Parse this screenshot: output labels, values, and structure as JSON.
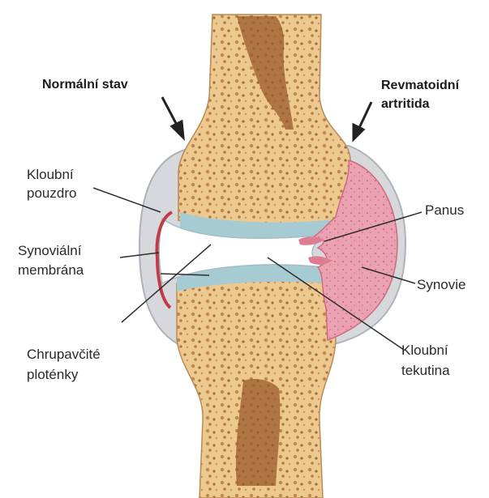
{
  "labels": {
    "normal": "Normální stav",
    "ra_line1": "Revmatoidní",
    "ra_line2": "artritida",
    "capsule_line1": "Kloubní",
    "capsule_line2": "pouzdro",
    "synovial_line1": "Synoviální",
    "synovial_line2": "membrána",
    "cartilage_line1": "Chrupavčité",
    "cartilage_line2": "ploténky",
    "pannus": "Panus",
    "synovium": "Synovie",
    "fluid_line1": "Kloubní",
    "fluid_line2": "tekutina"
  },
  "colors": {
    "bone": "#ecc98e",
    "marrow": "#9a5a2c",
    "cartilage": "#a7cbd2",
    "capsule": "#d6d8dc",
    "synovium_inflamed": "#e59aaa",
    "synovial_membrane": "#c23b4a",
    "fluid": "#ffffff"
  }
}
